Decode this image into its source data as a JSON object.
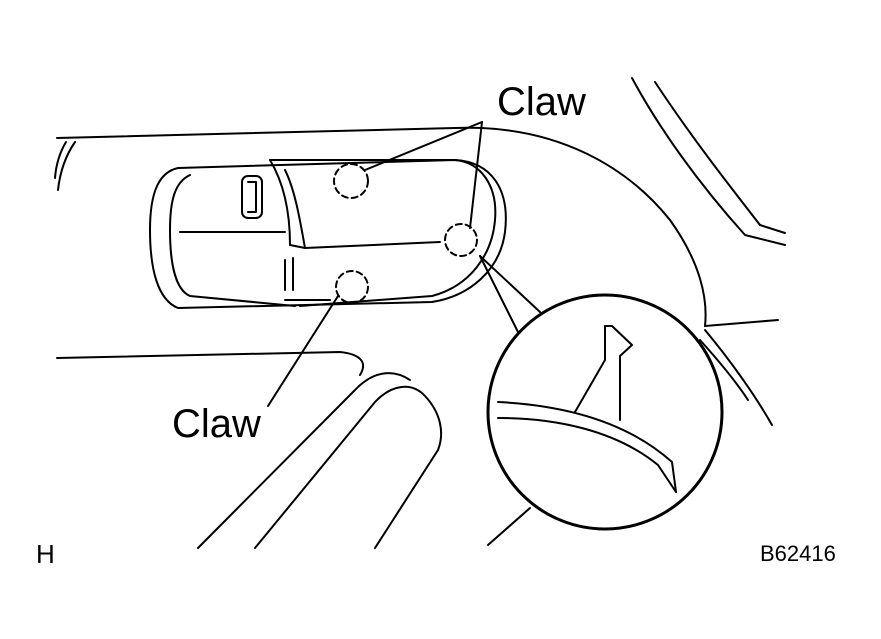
{
  "labels": {
    "claw_top": "Claw",
    "claw_bottom": "Claw",
    "section_letter": "H",
    "figure_code": "B62416"
  },
  "colors": {
    "line": "#000000",
    "background": "#ffffff"
  }
}
